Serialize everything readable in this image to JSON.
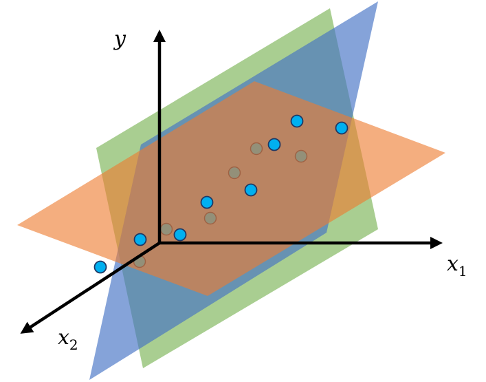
{
  "axes": {
    "y_label": "y",
    "x1_label": "x",
    "x1_subscript": "1",
    "x2_label": "x",
    "x2_subscript": "2"
  },
  "colors": {
    "green_plane": "#70ad47",
    "blue_plane": "#4472c4",
    "orange_plane": "#ed7d31",
    "point_fill": "#00b0f0",
    "point_stroke": "#1f3864",
    "axis": "#000000"
  }
}
